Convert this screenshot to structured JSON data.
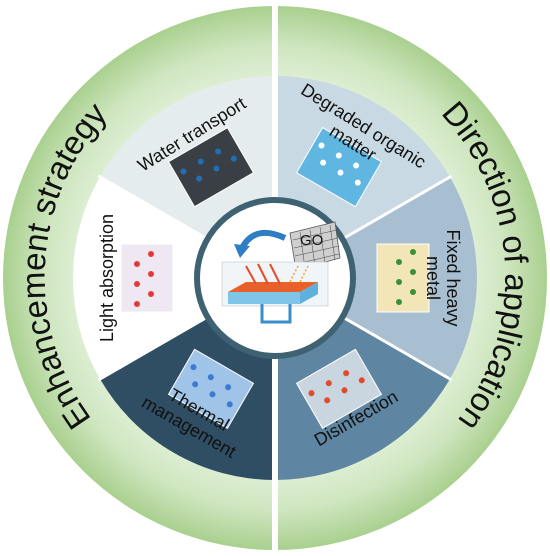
{
  "outer_ring": {
    "left_label": "Enhancement strategy",
    "right_label": "Direction of application",
    "colors": {
      "ring_light": "#eef7e8",
      "ring_mid": "#cfe6c0",
      "ring_dark": "#a9d08f"
    }
  },
  "segments": [
    {
      "label_lines": [
        "Water transport"
      ],
      "fill": "#e4ecee",
      "text_color": "#111111",
      "picture": "water-transport-membrane-image"
    },
    {
      "label_lines": [
        "Degraded organic",
        "matter"
      ],
      "fill": "#c9d9e3",
      "text_color": "#111111",
      "picture": "degraded-organic-matter-image"
    },
    {
      "label_lines": [
        "Fixed heavy",
        "metal"
      ],
      "fill": "#a7bfd0",
      "text_color": "#111111",
      "picture": "fixed-heavy-metal-image"
    },
    {
      "label_lines": [
        "Disinfection"
      ],
      "fill": "#5e85a1",
      "text_color": "#111111",
      "picture": "disinfection-image"
    },
    {
      "label_lines": [
        "Thermal",
        "management"
      ],
      "fill": "#2f4d63",
      "text_color": "#111111",
      "picture": "thermal-management-image"
    },
    {
      "label_lines": [
        "Light absorption"
      ],
      "fill": "#ffffff",
      "text_color": "#111111",
      "picture": "light-absorption-image"
    }
  ],
  "center": {
    "label": "GO",
    "picture": "go-evaporator-schematic-image",
    "colors": {
      "border": "#3f6272",
      "fill": "#ffffff"
    }
  }
}
